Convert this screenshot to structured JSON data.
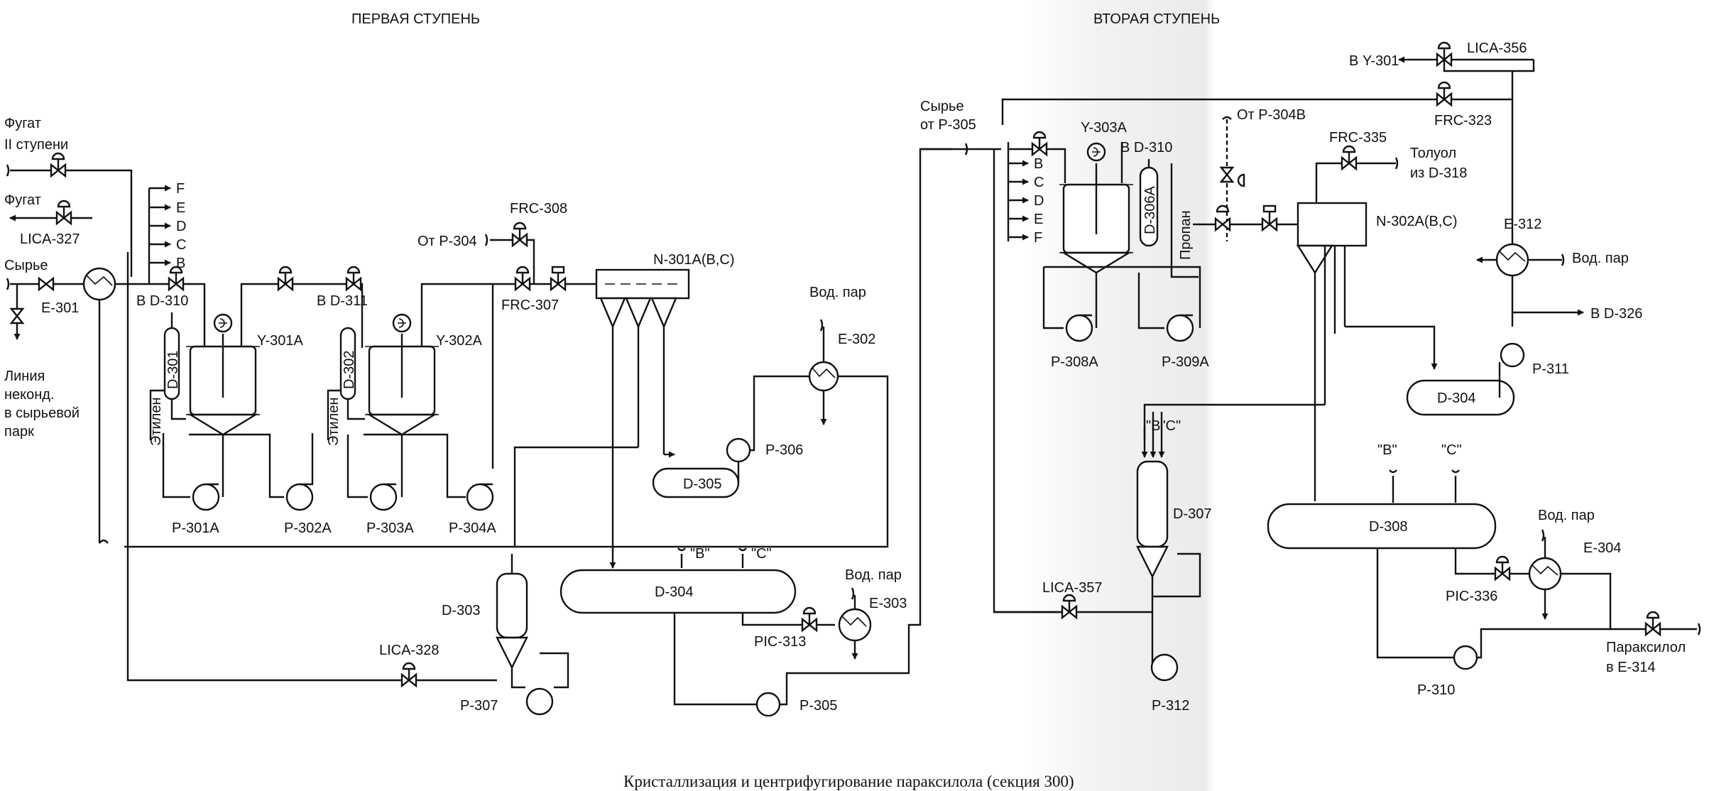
{
  "labels": {
    "stage1": "ПЕРВАЯ СТУПЕНЬ",
    "stage2": "ВТОРАЯ СТУПЕНЬ",
    "caption": "Кристаллизация  и центрифугирование параксилола (секция 300)",
    "fugat2_line1": "Фугат",
    "fugat2_line2": "II ступени",
    "fugat": "Фугат",
    "lica327": "LICA-327",
    "syrye": "Сырье",
    "e301": "E-301",
    "line_l1": "Линия",
    "line_l2": "неконд.",
    "line_l3": "в сырьевой",
    "line_l4": "парк",
    "f": "F",
    "e": "E",
    "d": "D",
    "c": "C",
    "b": "B",
    "v_d310": "В D-310",
    "v_d311": "В D-311",
    "d301": "D-301",
    "d302": "D-302",
    "ethylene": "Этилен",
    "y301a": "Y-301A",
    "y302a": "Y-302A",
    "ot_p304": "От Р-304",
    "frc308": "FRC-308",
    "frc307": "FRC-307",
    "n301": "N-301A(B,C)",
    "vod_par": "Вод. пар",
    "e302": "E-302",
    "p306": "P-306",
    "d305": "D-305",
    "p301a": "P-301A",
    "p302a": "P-302A",
    "p303a": "P-303A",
    "p304a": "P-304A",
    "b_q": "\"B\"",
    "c_q": "\"C\"",
    "d304": "D-304",
    "d303": "D-303",
    "lica328": "LICA-328",
    "p307": "P-307",
    "pic313": "PIC-313",
    "e303": "E-303",
    "p305": "P-305",
    "syrye2_1": "Сырье",
    "syrye2_2": "от Р-305",
    "y303a": "Y-303A",
    "v_d310b": "В D-310",
    "d306a": "D-306A",
    "propan": "Пропан",
    "ot_p304b": "От Р-304В",
    "frc335": "FRC-335",
    "toluol1": "Толуол",
    "toluol2": "из D-318",
    "n302": "N-302A(B,C)",
    "p308a": "P-308A",
    "p309a": "P-309A",
    "vy301": "В Y-301",
    "lica356": "LICA-356",
    "frc323": "FRC-323",
    "e312": "E-312",
    "vd326": "В D-326",
    "p311": "P-311",
    "bc_q": "\"B\"C\"",
    "d307": "D-307",
    "lica357": "LICA-357",
    "p312": "P-312",
    "d308": "D-308",
    "e304": "E-304",
    "pic336": "PIC-336",
    "paraxylol1": "Параксилол",
    "paraxylol2": "в Е-314",
    "p310": "P-310"
  }
}
